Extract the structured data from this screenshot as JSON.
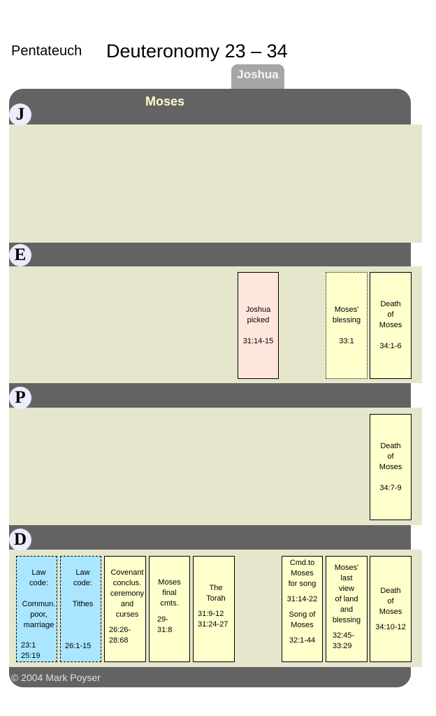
{
  "header": {
    "collection": "Pentateuch",
    "title": "Deuteronomy 23 – 34"
  },
  "tabs": {
    "joshua": "Joshua",
    "moses": "Moses"
  },
  "sources": {
    "j": "J",
    "e": "E",
    "p": "P",
    "d": "D"
  },
  "e_events": [
    {
      "title": "Joshua\npicked",
      "ref": "31:14-15"
    },
    {
      "title": "Moses'\nblessing",
      "ref": "33:1"
    },
    {
      "title": "Death\nof\nMoses",
      "ref": "34:1-6"
    }
  ],
  "p_events": [
    {
      "title": "Death\nof\nMoses",
      "ref": "34:7-9"
    }
  ],
  "d_events": [
    {
      "title": "Law\ncode:",
      "detail": "Commun.\npoor,\nmarriage",
      "ref": "23:1\n25:19"
    },
    {
      "title": "Law\ncode:",
      "detail": "Tithes",
      "ref": "26:1-15"
    },
    {
      "title": "Covenant\nconclus.\nceremony\nand\ncurses",
      "ref": "26:26-\n28:68"
    },
    {
      "title": "Moses\nfinal\ncmts.",
      "ref": "29-\n31:8"
    },
    {
      "title": "The\nTorah",
      "ref": "31:9-12\n31:24-27"
    },
    {
      "title": "Cmd.to\nMoses\nfor song",
      "ref": "31:14-22",
      "title2": "Song of\nMoses",
      "ref2": "32:1-44"
    },
    {
      "title": "Moses'\nlast\nview\nof land\nand\nblessing",
      "ref": "32:45-\n33:29"
    },
    {
      "title": "Death\nof\nMoses",
      "ref": "34:10-12"
    }
  ],
  "footer": {
    "copyright": "© 2004 Mark Poyser"
  },
  "colors": {
    "frame": "#636363",
    "lane": "#e6e6cc",
    "joshua_tab": "#a6a6a6",
    "moses_label": "#fffacc",
    "badge": "#ececff",
    "event_pink": "#ffe6dc",
    "event_yellow": "#ffffcc",
    "event_blue": "#aae6ff"
  }
}
